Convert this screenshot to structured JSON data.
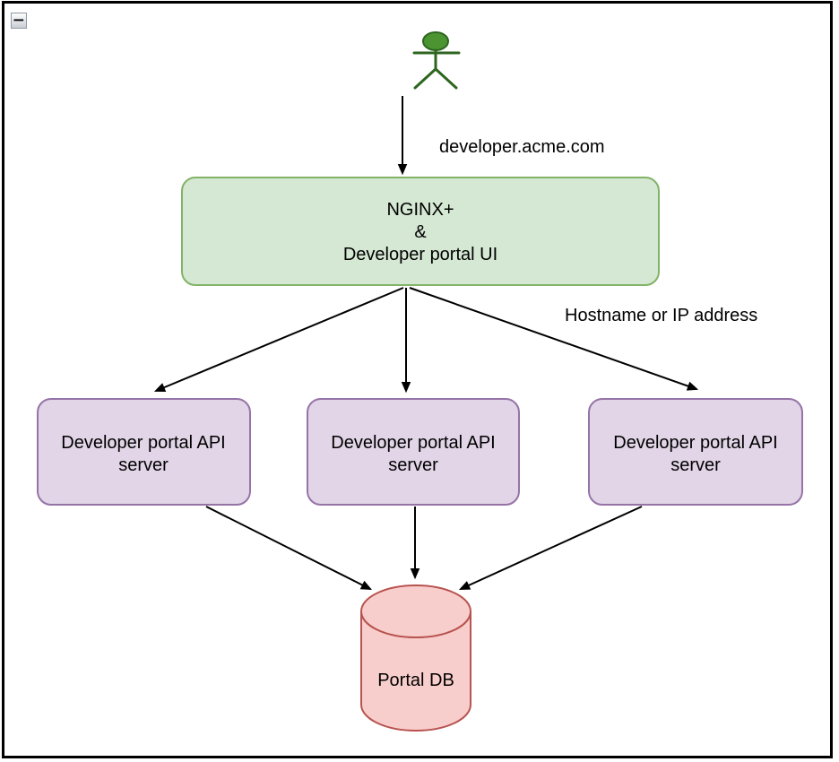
{
  "window": {
    "collapse_button_glyph": "−"
  },
  "diagram": {
    "labels": {
      "domain": "developer.acme.com",
      "hostname": "Hostname or IP address"
    },
    "actor": {
      "fill": "#4b9431",
      "stroke": "#2d651f"
    },
    "nodes": {
      "gateway": {
        "lines": [
          "NGINX+",
          "&",
          "Developer portal UI"
        ],
        "fill": "#d5e8d4",
        "stroke": "#82b366"
      },
      "api_servers": [
        {
          "lines": [
            "Developer portal API",
            "server"
          ],
          "fill": "#e1d5e7",
          "stroke": "#9673a6"
        },
        {
          "lines": [
            "Developer portal API",
            "server"
          ],
          "fill": "#e1d5e7",
          "stroke": "#9673a6"
        },
        {
          "lines": [
            "Developer portal API",
            "server"
          ],
          "fill": "#e1d5e7",
          "stroke": "#9673a6"
        }
      ],
      "database": {
        "label": "Portal DB",
        "fill": "#f8cecc",
        "stroke": "#b85450"
      }
    }
  }
}
